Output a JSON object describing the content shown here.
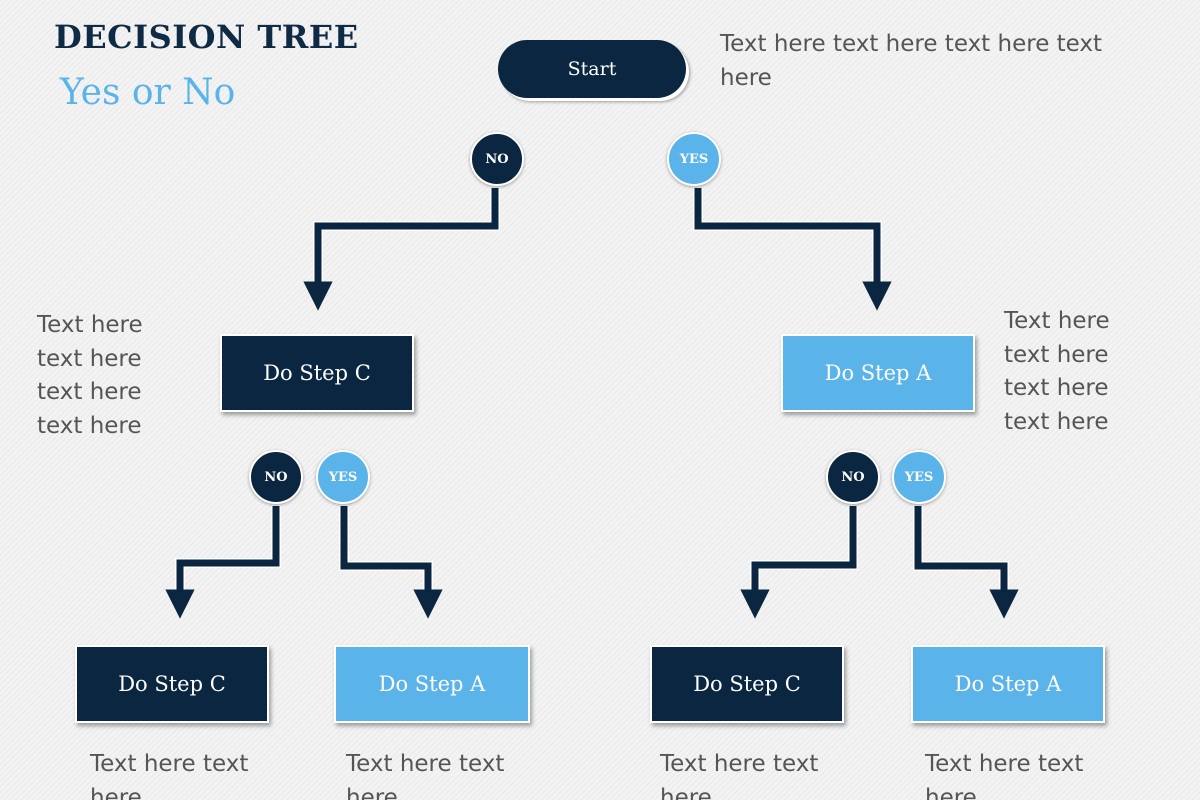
{
  "header": {
    "title": "DECISION TREE",
    "subtitle": "Yes or No"
  },
  "start": {
    "label": "Start"
  },
  "notes": {
    "top": "Text here text here text here text here",
    "left": "Text here text here text here text here",
    "right": "Text here text here text here text here",
    "bottom_1": "Text here text here",
    "bottom_2": "Text here text here",
    "bottom_3": "Text here text here",
    "bottom_4": "Text here text here"
  },
  "badges": {
    "no_label": "NO",
    "yes_label": "YES"
  },
  "steps": {
    "level1_left": "Do Step C",
    "level1_right": "Do Step A",
    "level2_1": "Do Step C",
    "level2_2": "Do Step A",
    "level2_3": "Do Step C",
    "level2_4": "Do Step A"
  },
  "colors": {
    "dark_navy": "#0a2640",
    "light_blue": "#5ab4ea",
    "text_gray": "#555555"
  }
}
